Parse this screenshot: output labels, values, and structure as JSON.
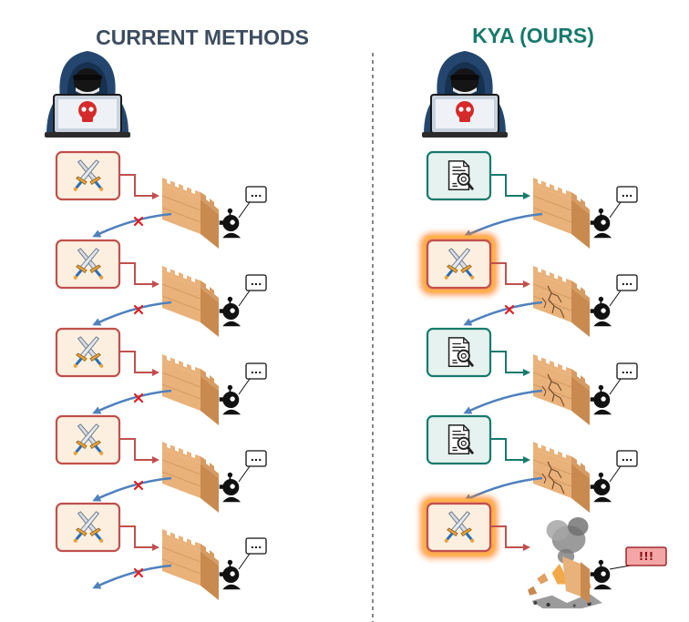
{
  "titles": {
    "left": "CURRENT METHODS",
    "right": "KYA (OURS)"
  },
  "colors": {
    "left_title": "#3d4d5f",
    "right_title": "#177a6c",
    "attack_border": "#c0504d",
    "attack_fill": "#fcefe0",
    "probe_border": "#177a6c",
    "probe_fill": "#e6f2ef",
    "deflect_arrow": "#4f81bd",
    "block_mark": "#e02020",
    "wall": "#e9b27a",
    "fire": "#ff7a1a"
  },
  "icons": {
    "attacker": "hooded-hacker-icon",
    "attack": "crossed-swords-icon",
    "probe": "document-magnifier-icon",
    "defender": "robot-defender-icon",
    "blocked": "red-x-icon"
  },
  "speech": {
    "default": "...",
    "alert": "!!!"
  },
  "columns": {
    "left": {
      "steps": [
        {
          "kind": "attack",
          "wall": "intact",
          "blocked": true
        },
        {
          "kind": "attack",
          "wall": "intact",
          "blocked": true
        },
        {
          "kind": "attack",
          "wall": "intact",
          "blocked": true
        },
        {
          "kind": "attack",
          "wall": "intact",
          "blocked": true
        },
        {
          "kind": "attack",
          "wall": "intact",
          "blocked": true
        }
      ]
    },
    "right": {
      "steps": [
        {
          "kind": "probe",
          "wall": "intact",
          "blocked": false
        },
        {
          "kind": "attack-fire",
          "wall": "cracked",
          "blocked": true
        },
        {
          "kind": "probe",
          "wall": "cracked",
          "blocked": false
        },
        {
          "kind": "probe",
          "wall": "cracked",
          "blocked": false
        },
        {
          "kind": "attack-fire",
          "wall": "broken",
          "blocked": false
        }
      ]
    }
  }
}
